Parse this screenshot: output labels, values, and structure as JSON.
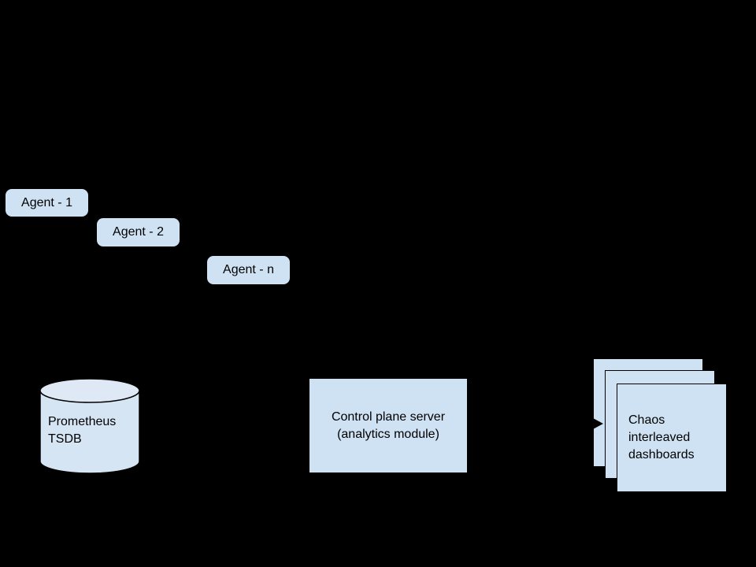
{
  "diagram": {
    "type": "architecture-diagram",
    "background_color": "#000000",
    "node_fill_color": "#cfe2f3",
    "outline_color": "#000000",
    "text_color": "#000000",
    "agents": [
      {
        "label": "Agent - 1",
        "shape": "rounded-rectangle"
      },
      {
        "label": "Agent - 2",
        "shape": "rounded-rectangle"
      },
      {
        "label": "Agent - n",
        "shape": "rounded-rectangle"
      }
    ],
    "database": {
      "label": "Prometheus\nTSDB",
      "shape": "cylinder"
    },
    "server": {
      "label": "Control plane server\n(analytics module)",
      "shape": "rectangle"
    },
    "dashboards": {
      "label": "Chaos\ninterleaved\ndashboards",
      "shape": "stacked-cards",
      "stack_count": 3
    },
    "arrow": {
      "direction": "right",
      "color": "#000000",
      "target": "dashboards"
    }
  }
}
